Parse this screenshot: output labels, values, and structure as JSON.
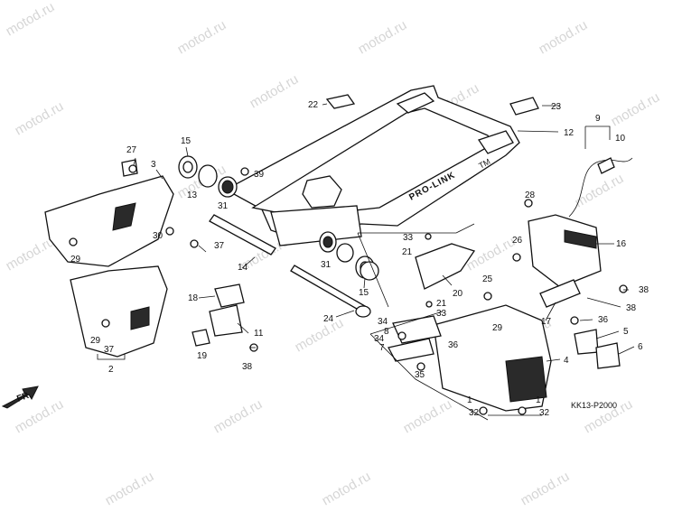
{
  "watermark": "motod.ru",
  "diagram_code": "KK13-P2000",
  "front_arrow_label": "FR.",
  "swingarm_marking": "PRO-LINK",
  "swingarm_tm": "TM",
  "callouts": {
    "c1a": "1",
    "c1b": "1",
    "c2": "2",
    "c3": "3",
    "c4": "4",
    "c5": "5",
    "c6": "6",
    "c7": "7",
    "c8": "8",
    "c9": "9",
    "c10": "10",
    "c11": "11",
    "c12": "12",
    "c13": "13",
    "c14": "14",
    "c15a": "15",
    "c15b": "15",
    "c16": "16",
    "c17": "17",
    "c18": "18",
    "c19": "19",
    "c20": "20",
    "c21a": "21",
    "c21b": "21",
    "c22": "22",
    "c23": "23",
    "c24": "24",
    "c25": "25",
    "c26": "26",
    "c27": "27",
    "c28": "28",
    "c29a": "29",
    "c29b": "29",
    "c29c": "29",
    "c30": "30",
    "c31a": "31",
    "c31b": "31",
    "c32a": "32",
    "c32b": "32",
    "c33a": "33",
    "c33b": "33",
    "c34a": "34",
    "c34b": "34",
    "c35": "35",
    "c36a": "36",
    "c36b": "36",
    "c37a": "37",
    "c37b": "37",
    "c38a": "38",
    "c38b": "38",
    "c38c": "38",
    "c39": "39"
  }
}
